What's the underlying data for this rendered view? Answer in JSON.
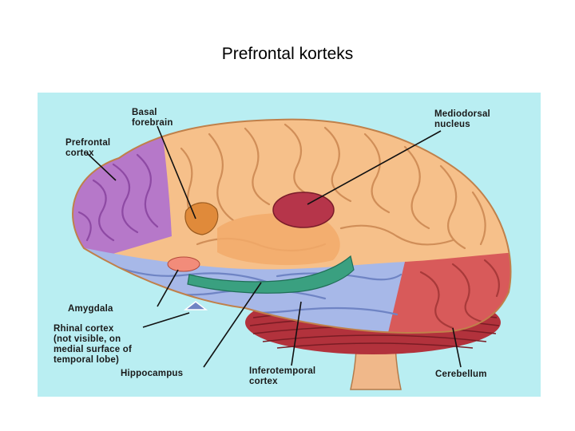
{
  "slide": {
    "title": "Prefrontal korteks"
  },
  "diagram": {
    "background": "#b9eef2",
    "colors": {
      "prefrontal": "#b678c9",
      "cortex": "#f6c08a",
      "temporal": "#a7b8e8",
      "cerebellum_region": "#d85a5a",
      "cerebellum": "#b2323c",
      "hippocampus": "#3aa080",
      "mediodorsal": "#b6354a",
      "basal_forebrain": "#e08a3a",
      "brainstem": "#f0b88a"
    },
    "labels": {
      "basal_forebrain": [
        "Basal",
        "forebrain"
      ],
      "mediodorsal": [
        "Mediodorsal",
        "nucleus"
      ],
      "prefrontal": [
        "Prefrontal",
        "cortex"
      ],
      "amygdala": [
        "Amygdala"
      ],
      "rhinal": [
        "Rhinal cortex",
        "(not visible, on",
        "medial surface of",
        "temporal lobe)"
      ],
      "hippocampus": [
        "Hippocampus"
      ],
      "inferotemporal": [
        "Inferotemporal",
        "cortex"
      ],
      "cerebellum": [
        "Cerebellum"
      ]
    }
  }
}
